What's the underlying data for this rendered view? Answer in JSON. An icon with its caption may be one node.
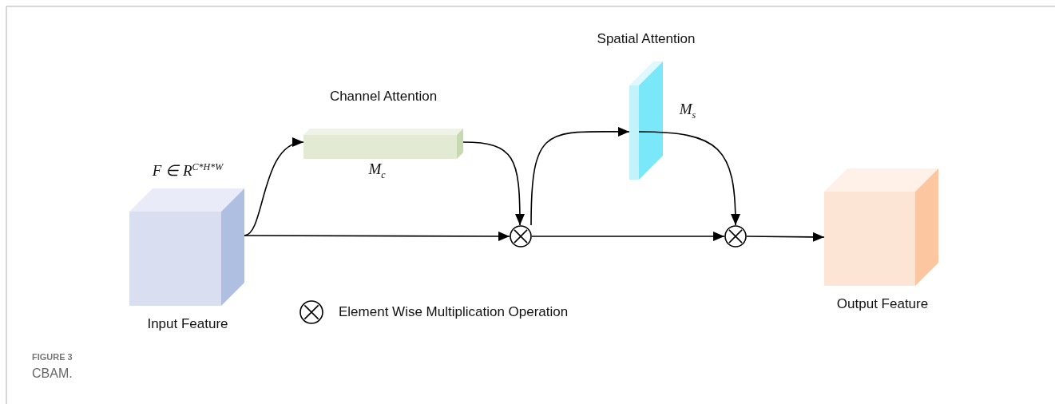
{
  "diagram": {
    "title": "FIGURE 3",
    "caption": "CBAM.",
    "nodes": [
      {
        "text": [
          "F ∈ R$^{C*H*W}$",
          "Input Feature"
        ]
      },
      {
        "text": [
          "Channel Attention",
          "M$_{c}$"
        ]
      },
      {
        "text": [
          "Spatial Attention",
          "M$_{s}$"
        ]
      },
      {
        "text": [],
        "shape": "circle"
      },
      {
        "text": [],
        "shape": "circle"
      },
      {
        "text": [
          "Output Feature"
        ]
      }
    ],
    "edges": [
      {
        "from": 0,
        "to": 1,
        "arrow": "to"
      },
      {
        "from": 0,
        "to": 3,
        "arrow": "to"
      },
      {
        "from": 1,
        "to": 3,
        "arrow": "to"
      },
      {
        "from": 3,
        "to": 2,
        "arrow": "to"
      },
      {
        "from": 3,
        "to": 4,
        "arrow": "to"
      },
      {
        "from": 2,
        "to": 4,
        "arrow": "to"
      },
      {
        "from": 4,
        "to": 5,
        "arrow": "to"
      }
    ],
    "legend": [
      {
        "text": "Element Wise Multiplication Operation"
      }
    ]
  }
}
